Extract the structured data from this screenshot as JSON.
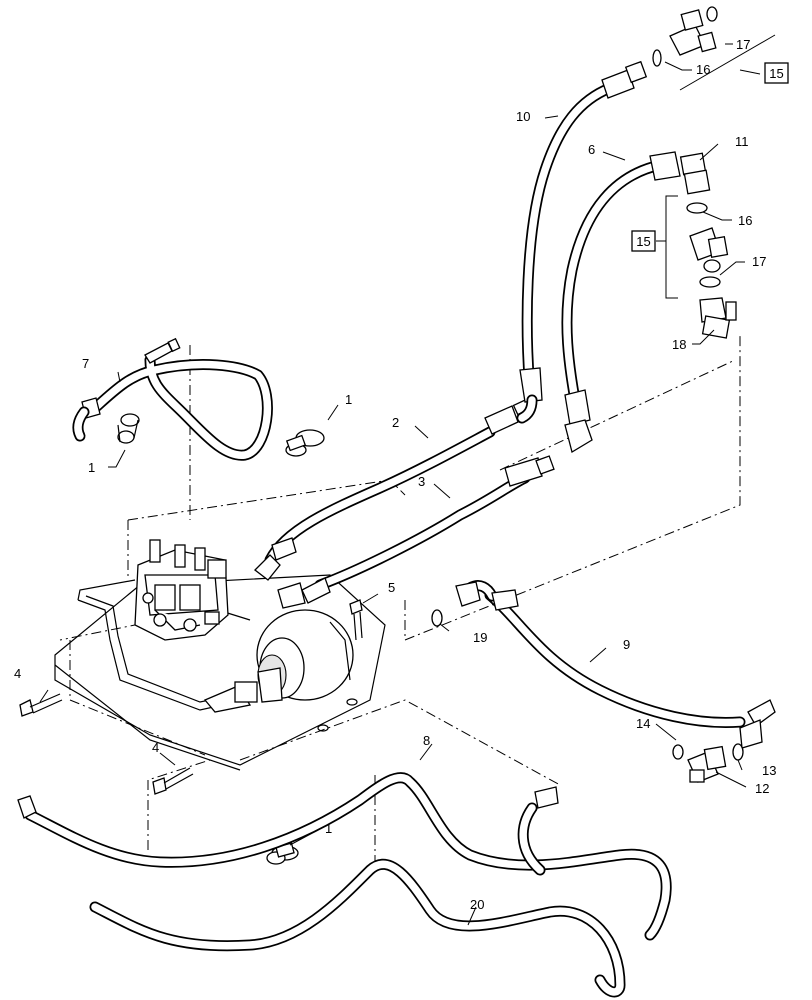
{
  "callouts": {
    "c1a": "1",
    "c1b": "1",
    "c1c": "1",
    "c2": "2",
    "c3": "3",
    "c4a": "4",
    "c4b": "4",
    "c5": "5",
    "c6": "6",
    "c7": "7",
    "c8": "8",
    "c9": "9",
    "c10": "10",
    "c11": "11",
    "c12": "12",
    "c13": "13",
    "c14": "14",
    "c16a": "16",
    "c16b": "16",
    "c17a": "17",
    "c17b": "17",
    "c18": "18",
    "c19": "19",
    "c20": "20"
  },
  "kit_labels": {
    "k15a": "15",
    "k15b": "15"
  }
}
